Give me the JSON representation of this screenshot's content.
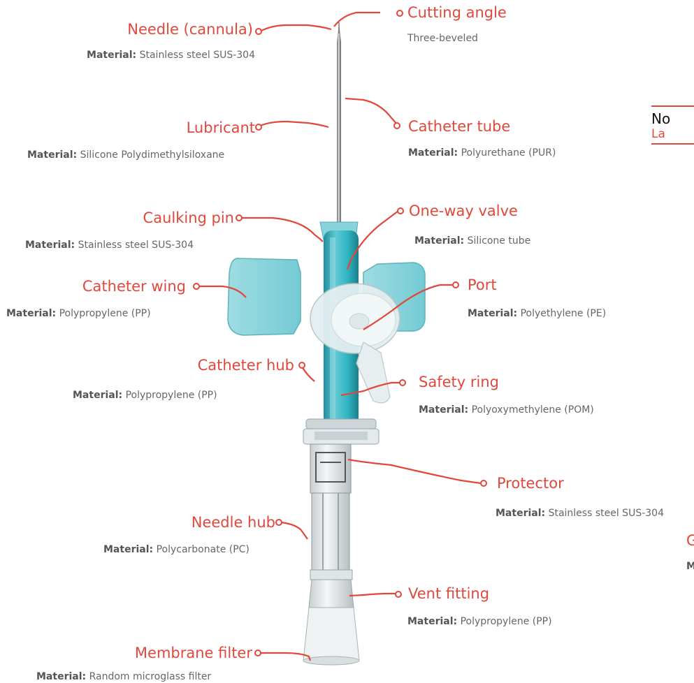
{
  "colors": {
    "accent": "#e2473b",
    "teal": "#2fb3c0",
    "text": "#666666"
  },
  "labels": [
    {
      "id": "needle",
      "title": "Needle (cannula)",
      "material_label": "Material:",
      "material": "Stainless steel SUS-304"
    },
    {
      "id": "cutting",
      "title": "Cutting angle",
      "material_label": "",
      "material": "Three-beveled"
    },
    {
      "id": "lubricant",
      "title": "Lubricant",
      "material_label": "Material:",
      "material": "Silicone Polydimethylsiloxane"
    },
    {
      "id": "tube",
      "title": "Catheter tube",
      "material_label": "Material:",
      "material": "Polyurethane (PUR)"
    },
    {
      "id": "caulking",
      "title": "Caulking pin",
      "material_label": "Material:",
      "material": "Stainless steel SUS-304"
    },
    {
      "id": "valve",
      "title": "One-way valve",
      "material_label": "Material:",
      "material": "Silicone tube"
    },
    {
      "id": "wing",
      "title": "Catheter wing",
      "material_label": "Material:",
      "material": "Polypropylene (PP)"
    },
    {
      "id": "port",
      "title": "Port",
      "material_label": "Material:",
      "material": "Polyethylene (PE)"
    },
    {
      "id": "hub",
      "title": "Catheter hub",
      "material_label": "Material:",
      "material": "Polypropylene (PP)"
    },
    {
      "id": "safety",
      "title": "Safety ring",
      "material_label": "Material:",
      "material": "Polyoxymethylene (POM)"
    },
    {
      "id": "protector",
      "title": "Protector",
      "material_label": "Material:",
      "material": "Stainless steel SUS-304"
    },
    {
      "id": "needlehub",
      "title": "Needle hub",
      "material_label": "Material:",
      "material": "Polycarbonate (PC)"
    },
    {
      "id": "vent",
      "title": "Vent fitting",
      "material_label": "Material:",
      "material": "Polypropylene (PP)"
    },
    {
      "id": "membrane",
      "title": "Membrane filter",
      "material_label": "Material:",
      "material": "Random microglass filter"
    }
  ],
  "note": {
    "title": "No",
    "subtitle": "La"
  },
  "cut_off_label": {
    "title": "G",
    "material_label": "M"
  }
}
